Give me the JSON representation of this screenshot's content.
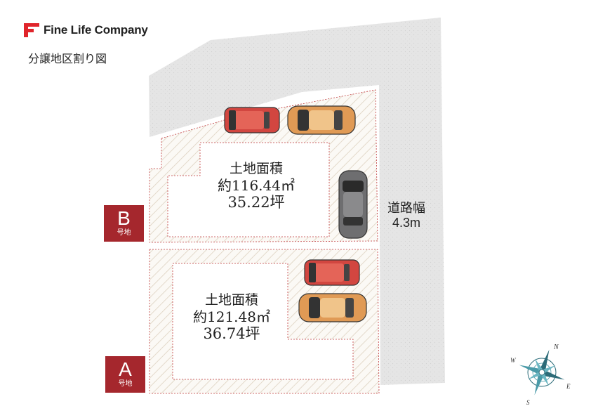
{
  "brand": {
    "name": "Fine Life Company",
    "accent": "#e0242b"
  },
  "title": "分譲地区割り図",
  "lots": [
    {
      "id": "B",
      "badge_letter": "B",
      "badge_suffix": "号地",
      "label": "土地面積",
      "area_sqm": "約116.44㎡",
      "area_tsubo": "35.22坪"
    },
    {
      "id": "A",
      "badge_letter": "A",
      "badge_suffix": "号地",
      "label": "土地面積",
      "area_sqm": "約121.48㎡",
      "area_tsubo": "36.74坪"
    }
  ],
  "road": {
    "label": "道路幅",
    "width": "4.3m"
  },
  "compass": {
    "n": "N",
    "e": "E",
    "s": "S",
    "w": "W"
  },
  "colors": {
    "badge": "#a5272d",
    "car_red": "#d24640",
    "car_orange": "#e09a55",
    "car_grey": "#6e6e70",
    "lot_border": "#c0393b",
    "road": "#e4e4e4"
  }
}
